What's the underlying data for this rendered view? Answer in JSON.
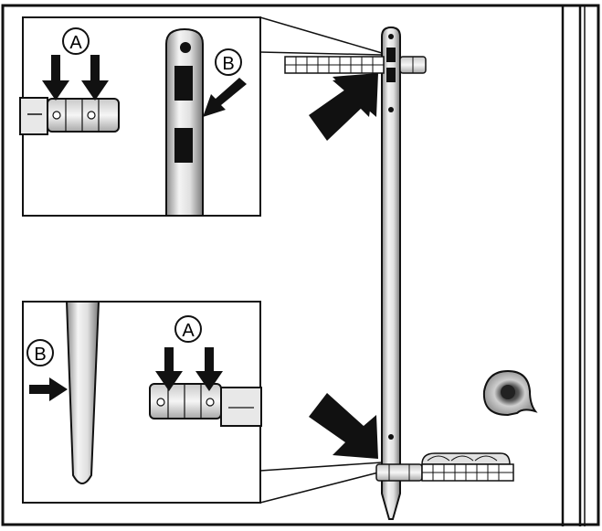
{
  "diagram": {
    "callout_labels": {
      "top_a": "A",
      "top_b": "B",
      "bottom_a": "A",
      "bottom_b": "B"
    },
    "icons": [
      "arrow-icon",
      "rail-bar-icon",
      "wall-plug-icon",
      "hinge-clip-icon"
    ],
    "colors": {
      "stroke": "#111111",
      "fill_white": "#ffffff",
      "fill_gray": "#d9d9d9",
      "fill_dark": "#1a1a1a"
    }
  }
}
